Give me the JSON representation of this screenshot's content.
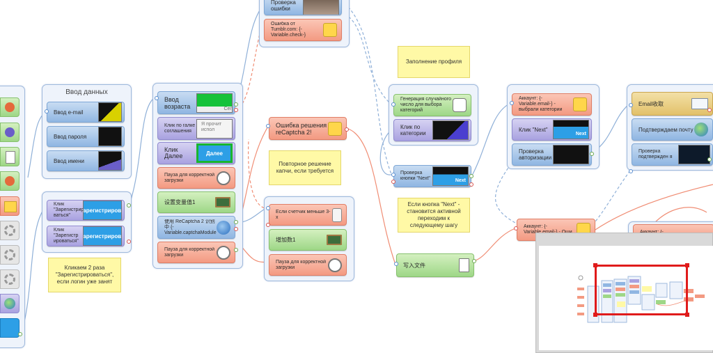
{
  "colors": {
    "group_bg": "#eef3fb",
    "group_border": "#9fb9dc",
    "node_blue": "#90b6e2",
    "node_purple": "#a9a2e0",
    "node_red": "#f39a82",
    "node_green": "#9ed787",
    "node_gold": "#e2c16a",
    "note_yellow": "#fff9a6",
    "wire_blue": "#8fb0d8",
    "wire_red": "#f08d74",
    "minimap_viewport": "#e01b1b"
  },
  "groups": {
    "data_entry": {
      "title": "Ввод данных"
    }
  },
  "nodes": {
    "email": {
      "label": "Ввод e-mail"
    },
    "password": {
      "label": "Ввод пароля"
    },
    "name": {
      "label": "Ввод имени"
    },
    "click_register_1": {
      "label": "Клик \"Зарегистриро ваться\"",
      "thumb_text": "зарегистрирова"
    },
    "click_register_2": {
      "label": "Клик \"Зарегистр ироваться\"",
      "thumb_text": "зарегистрирова"
    },
    "age": {
      "label": "Ввод возраста",
      "thumb_text": "Сег"
    },
    "agreement": {
      "label": "Клик по галке соглашения",
      "thumb_text": "Я прочит испол"
    },
    "next": {
      "label": "Клик Далее",
      "thumb_text": "Далее"
    },
    "pause_1": {
      "label": "Пауза для корректной загрузки"
    },
    "set_var": {
      "label": "设置变量值1"
    },
    "recaptcha": {
      "label": "使用 ReCaptcha 2 识别中 {-Variable.captchaModule"
    },
    "pause_2": {
      "label": "Пауза для корректной загрузки"
    },
    "check_error": {
      "label": "Проверка ошибки"
    },
    "tumblr_error": {
      "label": "Ошибка от Tumblr.com: {-Variable.check-}"
    },
    "recaptcha_error": {
      "label": "Ошибка решения reCaptcha 2!"
    },
    "if_less": {
      "label": "Если счетчик меньше 3-х"
    },
    "increment": {
      "label": "增加数1"
    },
    "pause_3": {
      "label": "Пауза для корректной загрузки"
    },
    "generate_random": {
      "label": "Генерация случайного число для выбора категорий"
    },
    "click_category": {
      "label": "Клик по категории"
    },
    "check_next": {
      "label": "Проверка кнопки \"Next\"",
      "thumb_text": "Next"
    },
    "write_file": {
      "label": "写入文件"
    },
    "account_category": {
      "label": "Аккаунт: {-Variable.email-} - выбрали категории"
    },
    "click_next": {
      "label": "Клик \"Next\"",
      "thumb_text": "Next"
    },
    "check_auth": {
      "label": "Проверка авторизации"
    },
    "account_error": {
      "label": "Аккаунт: {-Variable.email-} - Оши"
    },
    "email_receive": {
      "label": "Email收取"
    },
    "confirm_mail": {
      "label": "Подтверждаем почту"
    },
    "check_confirm": {
      "label": "Проверка подтвержден я"
    },
    "account_right": {
      "label": "Аккаунт: {-"
    }
  },
  "notes": {
    "click_twice": "Кликаем 2 раза \"Зарегистрироваться\", если логин уже занят",
    "repeat_captcha": "Повторное решение капчи, если требуется",
    "fill_profile": "Заполнение профиля",
    "next_active": "Если кнопка \"Next\" - становится активной переходим к следующему шагу"
  }
}
